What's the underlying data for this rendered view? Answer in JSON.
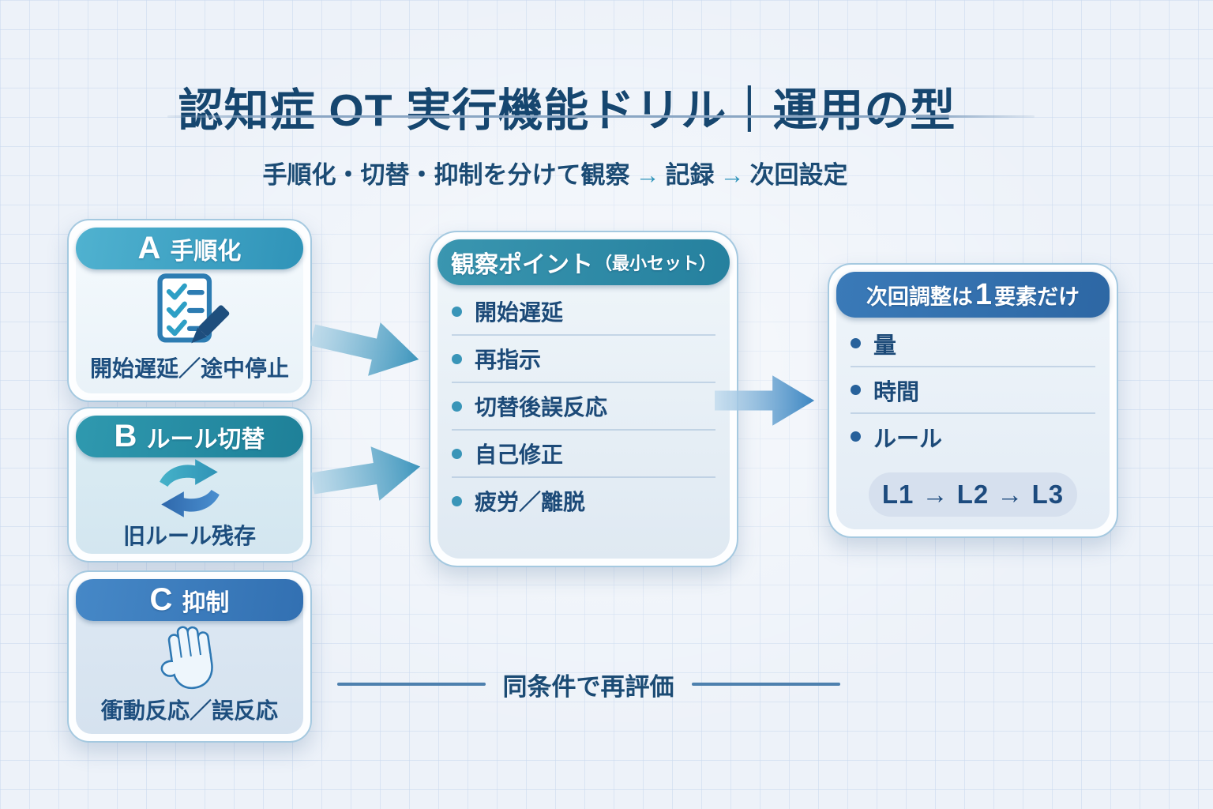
{
  "header": {
    "title": "認知症 OT 実行機能ドリル｜運用の型",
    "subtitle_prefix": "手順化・切替・抑制を分けて",
    "flow_steps": [
      "観察",
      "記録",
      "次回設定"
    ],
    "flow_arrow": "→"
  },
  "category_boxes": [
    {
      "letter": "A",
      "label": "手順化",
      "caption": "開始遅延／途中停止",
      "icon": "checklist-icon"
    },
    {
      "letter": "B",
      "label": "ルール切替",
      "caption": "旧ルール残存",
      "icon": "swap-arrows-icon"
    },
    {
      "letter": "C",
      "label": "抑制",
      "caption": "衝動反応／誤反応",
      "icon": "stop-hand-icon"
    }
  ],
  "observation_panel": {
    "title": "観察ポイント",
    "title_note": "（最小セット）",
    "items": [
      "開始遅延",
      "再指示",
      "切替後誤反応",
      "自己修正",
      "疲労／離脱"
    ]
  },
  "adjustment_panel": {
    "title_prefix": "次回調整は",
    "title_number": "1",
    "title_suffix": "要素だけ",
    "items": [
      "量",
      "時間",
      "ルール"
    ],
    "level_sequence": "L1 → L2 → L3"
  },
  "footer": {
    "label": "同条件で再評価"
  },
  "colors": {
    "title_text": "#16466f",
    "subtitle_arrow": "#2e93ba",
    "header_a": "#3ba2c3",
    "header_b": "#2a8ba3",
    "header_c": "#3b7cbd",
    "observation_header": "#2c85a2",
    "adjustment_header": "#306fab",
    "bullet_teal": "#3995b8",
    "bullet_blue": "#27619b",
    "level_pill_bg": "#d6e0ee",
    "arrow_gradient_end": "#3e96bd"
  }
}
